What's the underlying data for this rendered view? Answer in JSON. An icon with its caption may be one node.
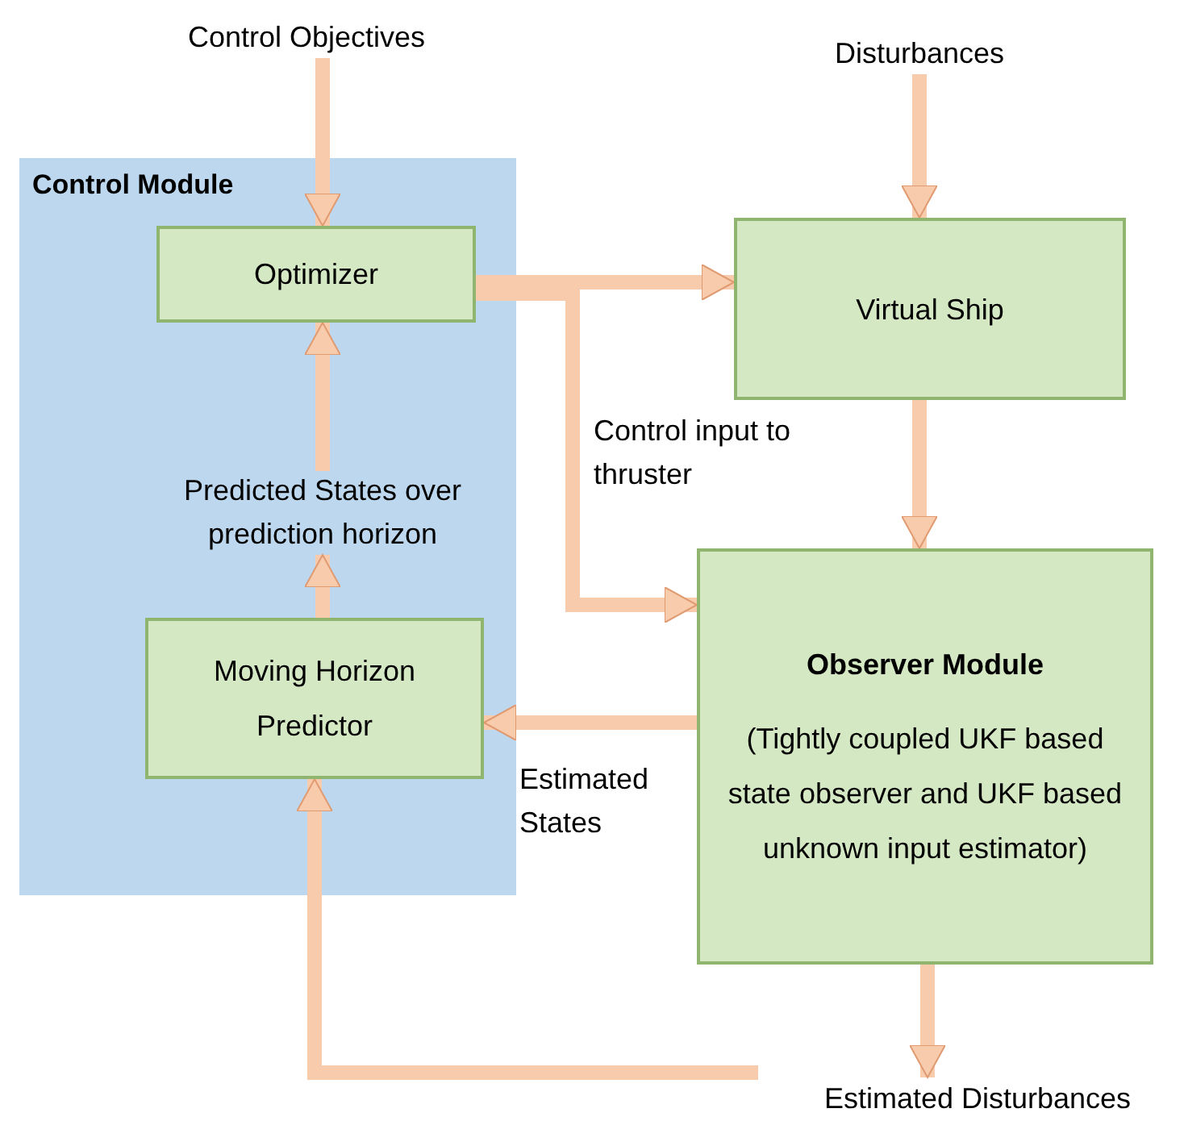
{
  "diagram": {
    "nodes": [
      {
        "text": [
          "Control Objectives"
        ]
      },
      {
        "text": [
          "Disturbances"
        ]
      },
      {
        "text": [
          "Control Module"
        ]
      },
      {
        "text": [
          "Optimizer"
        ],
        "in": 2
      },
      {
        "text": [
          "Predicted States over prediction horizon"
        ],
        "in": 2
      },
      {
        "text": [
          "Moving Horizon Predictor"
        ],
        "in": 2
      },
      {
        "text": [
          "Virtual Ship"
        ]
      },
      {
        "text": [
          "Observer Module",
          "(Tightly coupled UKF based state observer and UKF based unknown input estimator)"
        ]
      },
      {
        "text": [
          "Estimated Disturbances"
        ]
      }
    ],
    "edges": [
      {
        "from": 0,
        "to": 3,
        "arrow": "to"
      },
      {
        "from": 1,
        "to": 6,
        "arrow": "to"
      },
      {
        "from": 3,
        "to": 6,
        "arrow": "to"
      },
      {
        "from": 3,
        "to": 7,
        "arrow": "to",
        "label": "Control input to thruster"
      },
      {
        "from": 6,
        "to": 7,
        "arrow": "to"
      },
      {
        "from": 7,
        "to": 5,
        "arrow": "to",
        "label": "Estimated States"
      },
      {
        "from": 5,
        "to": 4,
        "arrow": "to"
      },
      {
        "from": 4,
        "to": 3,
        "arrow": "to"
      },
      {
        "from": 7,
        "to": 8,
        "arrow": "to"
      },
      {
        "from": null,
        "to": 5,
        "arrow": "to"
      }
    ]
  }
}
